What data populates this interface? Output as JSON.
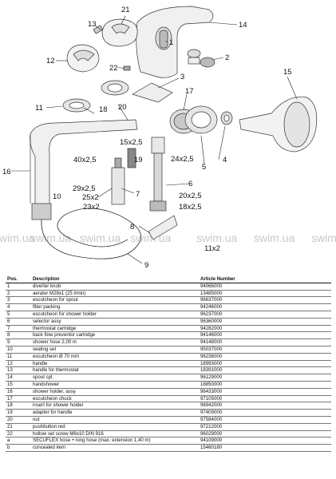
{
  "diagram": {
    "callouts": [
      "21",
      "13",
      "14",
      "1",
      "2",
      "12",
      "22",
      "3",
      "15",
      "11",
      "18",
      "20",
      "17",
      "16",
      "15x2,5",
      "19",
      "40x2,5",
      "24x2,5",
      "5",
      "4",
      "29x2,5",
      "6",
      "10",
      "25x2",
      "7",
      "20x2,5",
      "23x2",
      "18x2,5",
      "8",
      "11x2",
      "9"
    ],
    "watermark": "swim.ua"
  },
  "table": {
    "headers": [
      "Pos.",
      "Description",
      "Article Number"
    ],
    "rows": [
      [
        "1",
        "diverter knob",
        "94066000"
      ],
      [
        "2",
        "aerator M28x1 (25 l/min)",
        "13485000"
      ],
      [
        "3",
        "escutcheon for spout",
        "96637000"
      ],
      [
        "4",
        "filter packing",
        "94246000"
      ],
      [
        "5",
        "escutcheon for shower holder",
        "96237000"
      ],
      [
        "6",
        "selector assy",
        "96360000"
      ],
      [
        "7",
        "thermostat cartridge",
        "94282000"
      ],
      [
        "8",
        "back flow preventor cartridge",
        "94146000"
      ],
      [
        "9",
        "shower hose 2,00 m",
        "94148000"
      ],
      [
        "10",
        "sealing set",
        "95037000"
      ],
      [
        "11",
        "escutcheon Ø 70 mm",
        "96236000"
      ],
      [
        "12",
        "handle",
        "18993000"
      ],
      [
        "13",
        "handle for thermostat",
        "18391000"
      ],
      [
        "14",
        "spout cpl.",
        "96129000"
      ],
      [
        "15",
        "handshower",
        "18850000"
      ],
      [
        "16",
        "shower holder, assy",
        "96433000"
      ],
      [
        "17",
        "escutcheon chuck",
        "97105000"
      ],
      [
        "18",
        "insert for shower holder",
        "96942000"
      ],
      [
        "19",
        "adapter for handle",
        "97409000"
      ],
      [
        "20",
        "nut",
        "97584000"
      ],
      [
        "21",
        "pushbutton red",
        "97212000"
      ],
      [
        "22",
        "hollow set screw M6x10 DIN 916",
        "96029000"
      ],
      [
        "a",
        "SECUFLEX hose + long hose (max. extension 1,40 m)",
        "94109000"
      ],
      [
        "b",
        "concealed item",
        "15460180"
      ]
    ]
  }
}
